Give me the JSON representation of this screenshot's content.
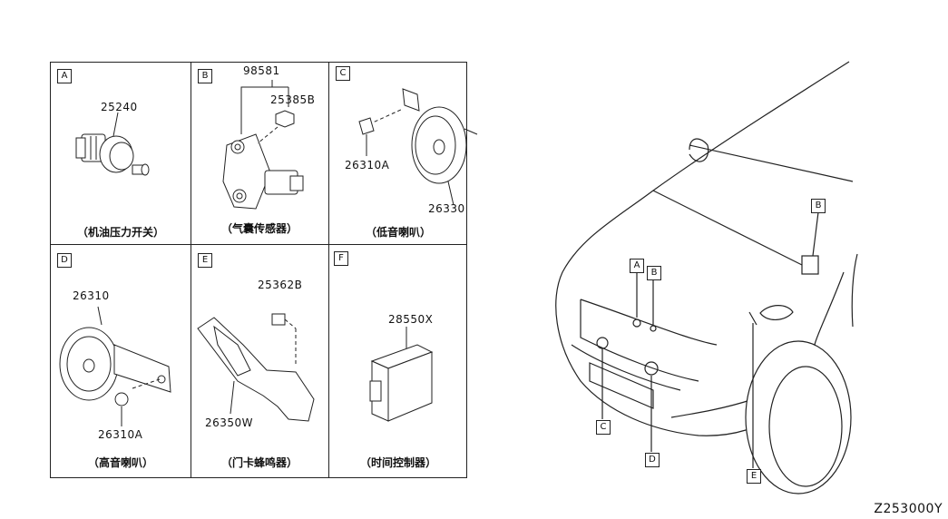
{
  "panels": [
    {
      "tag": "A",
      "parts": [
        "25240"
      ],
      "caption": "（机油压力开关）"
    },
    {
      "tag": "B",
      "parts": [
        "98581",
        "25385B"
      ],
      "caption": "（气囊传感器）"
    },
    {
      "tag": "C",
      "parts": [
        "26310A",
        "26330"
      ],
      "caption": "（低音喇叭）"
    },
    {
      "tag": "D",
      "parts": [
        "26310",
        "26310A"
      ],
      "caption": "（高音喇叭）"
    },
    {
      "tag": "E",
      "parts": [
        "25362B",
        "26350W"
      ],
      "caption": "（门卡蜂鸣器）"
    },
    {
      "tag": "F",
      "parts": [
        "28550X"
      ],
      "caption": "（时间控制器）"
    }
  ],
  "car_callouts": [
    "A",
    "B",
    "B",
    "C",
    "D",
    "E"
  ],
  "diagram_code": "Z253000Y"
}
